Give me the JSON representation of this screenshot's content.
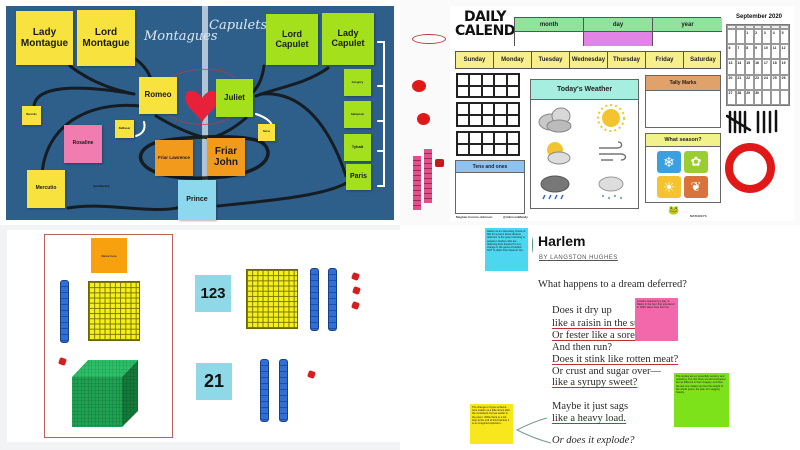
{
  "romeo_juliet": {
    "headings": {
      "left": "Montagues",
      "right": "Capulets"
    },
    "characters": {
      "lady_montague": "Lady Montague",
      "lord_montague": "Lord Montague",
      "lord_capulet": "Lord Capulet",
      "lady_capulet": "Lady Capulet",
      "romeo": "Romeo",
      "juliet": "Juliet",
      "benvolio": "Benvolio",
      "balthasar": "Balthasar",
      "nurse": "Nurse",
      "rosaline": "Rosaline",
      "friar_lawrence": "Friar Lawrence",
      "friar_john": "Friar John",
      "mercutio": "Mercutio",
      "apothecary": "Apothecary",
      "prince": "Prince",
      "gregory": "Gregory",
      "sampson": "Sampson",
      "tybalt": "Tybalt",
      "paris": "Paris"
    },
    "colors": {
      "board": "#2e5f8a",
      "montague": "#f7e23e",
      "capulet": "#a4e01c",
      "friar": "#f29a1c",
      "rosaline": "#f07cb0",
      "prince": "#8ed8ee",
      "heart": "#e8213a"
    }
  },
  "daily_calendar": {
    "title_line1": "DAILY",
    "title_line2": "CALENDAR",
    "date_headers": [
      "month",
      "day",
      "year"
    ],
    "weekdays": [
      "Sunday",
      "Monday",
      "Tuesday",
      "Wednesday",
      "Thursday",
      "Friday",
      "Saturday"
    ],
    "weather_title": "Today's Weather",
    "weather_icons": [
      "cloudy",
      "sunny",
      "partly-cloudy",
      "windy",
      "rainy",
      "snowy"
    ],
    "tally_title": "Tally Marks",
    "tally_count": 9,
    "season_title": "What season?",
    "seasons": [
      "winter",
      "spring",
      "summer",
      "fall"
    ],
    "tens_title": "Tens and ones",
    "footer_left": "Meghan Connor-Johnson",
    "footer_right": "@JohnsonMandy",
    "brand": "MATHKEYS",
    "month_calendar": {
      "title": "September 2020",
      "day_headers": [
        "Sun",
        "Mon",
        "Tue",
        "Wed",
        "Thu",
        "Fri",
        "Sat"
      ],
      "weeks": [
        [
          "",
          "",
          "1",
          "2",
          "3",
          "4",
          "5"
        ],
        [
          "6",
          "7",
          "8",
          "9",
          "10",
          "11",
          "12"
        ],
        [
          "13",
          "14",
          "15",
          "16",
          "17",
          "18",
          "19"
        ],
        [
          "20",
          "21",
          "22",
          "23",
          "24",
          "25",
          "26"
        ],
        [
          "27",
          "28",
          "29",
          "30",
          "",
          "",
          ""
        ]
      ]
    },
    "colors": {
      "date_header": "#8fe39a",
      "day_highlight": "#e283e6",
      "weekday": "#f7ee8c",
      "weather_head": "#a6efe0",
      "tally_head": "#e0a26a",
      "season_head": "#f2f28a",
      "tens_head": "#8fc2ee"
    }
  },
  "base_ten": {
    "name_label": "Name here",
    "numbers": [
      "123",
      "21"
    ]
  },
  "harlem": {
    "title": "Harlem",
    "byline": "BY LANGSTON HUGHES",
    "lines": [
      "What happens to a dream deferred?",
      "Does it dry up",
      "like a raisin in the sun?",
      "Or fester like a sore—",
      "And then run?",
      "Does it stink like rotten meat?",
      "Or crust and sugar over—",
      "like a syrupy sweet?",
      "Maybe it just sags",
      "like a heavy load.",
      "Or does it explode?"
    ],
    "notes": {
      "blue": "Harlem is an interesting choice of title for a poem about dreams deferred. Is the poem referring to people in Harlem who are deferring their dreams? Is it a change in the genre of Harlem NOT to defer their dreams? etc.",
      "pink": "Lorraine Hansberry's play 'A Raisin in the Sun' first premiered in 1959, taken from this line.",
      "green": "The similes are so powerfully sensory and upsetting. The first three are all food-based but so different in their imagery. And then the last one makes you feel the weight of the whole poem, the pain of it sagging heavily.",
      "yellow": "The change to rhyme scheme here makes us a little shock after the consistent rhymes earlier in the poem. While there is a full stop at the end of this final line it is an imagined explosion..."
    }
  }
}
